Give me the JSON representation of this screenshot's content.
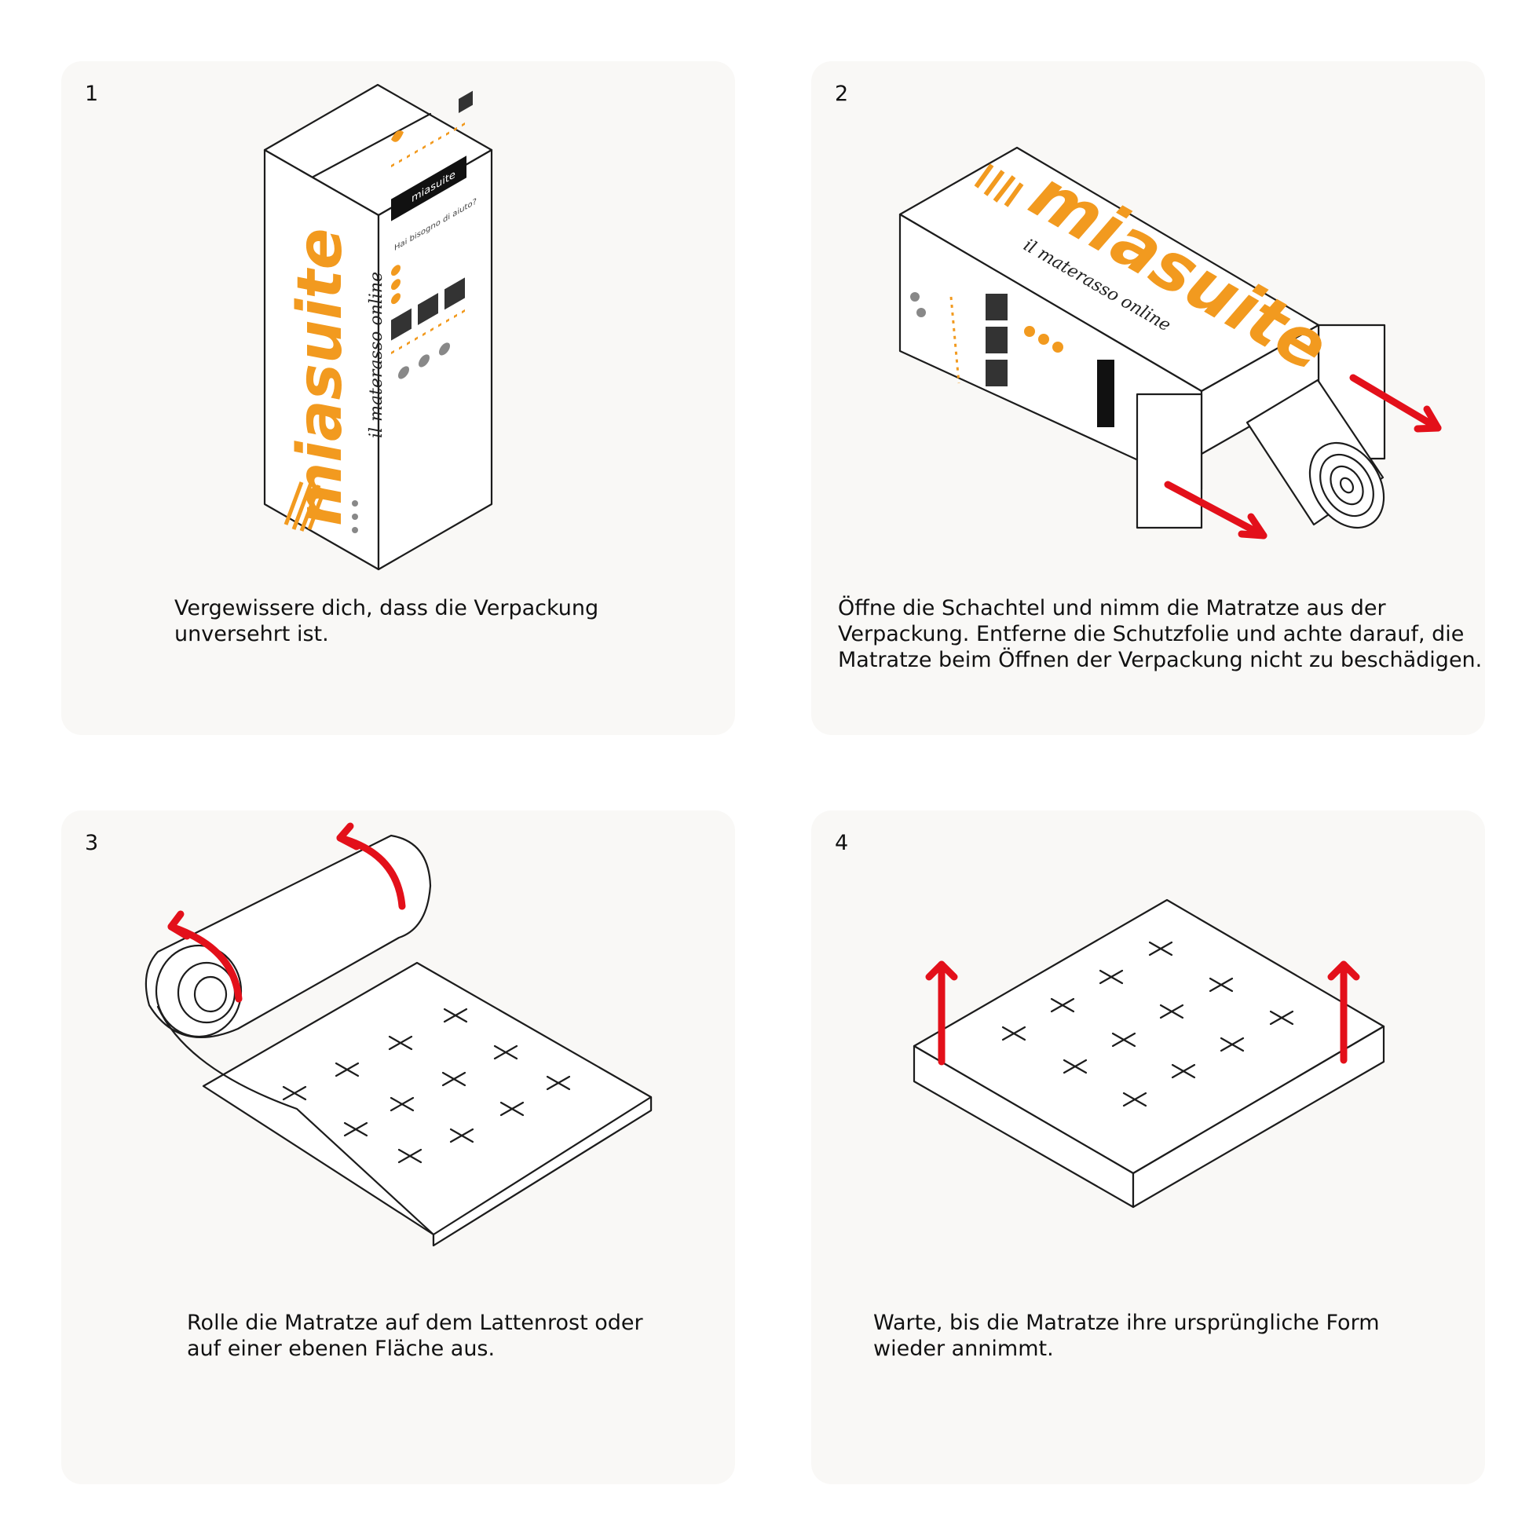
{
  "brand": {
    "logo_text": "miasuite",
    "tagline": "il materasso online",
    "badge_text": "miasuite",
    "help_text": "Hai bisogno di aiuto?",
    "orange": "#f29a1f",
    "arrow_red": "#e3101a"
  },
  "steps": [
    {
      "number": "1",
      "caption": "Vergewissere dich, dass die Verpackung\nunversehrt ist."
    },
    {
      "number": "2",
      "caption": "Öffne die Schachtel und nimm die Matratze aus der\nVerpackung. Entferne die Schutzfolie und achte darauf, die\nMatratze beim Öffnen der Verpackung nicht zu beschädigen."
    },
    {
      "number": "3",
      "caption": "Rolle die Matratze auf dem Lattenrost oder\nauf einer ebenen Fläche aus."
    },
    {
      "number": "4",
      "caption": "Warte, bis die Matratze ihre ursprüngliche Form\nwieder annimmt."
    }
  ]
}
